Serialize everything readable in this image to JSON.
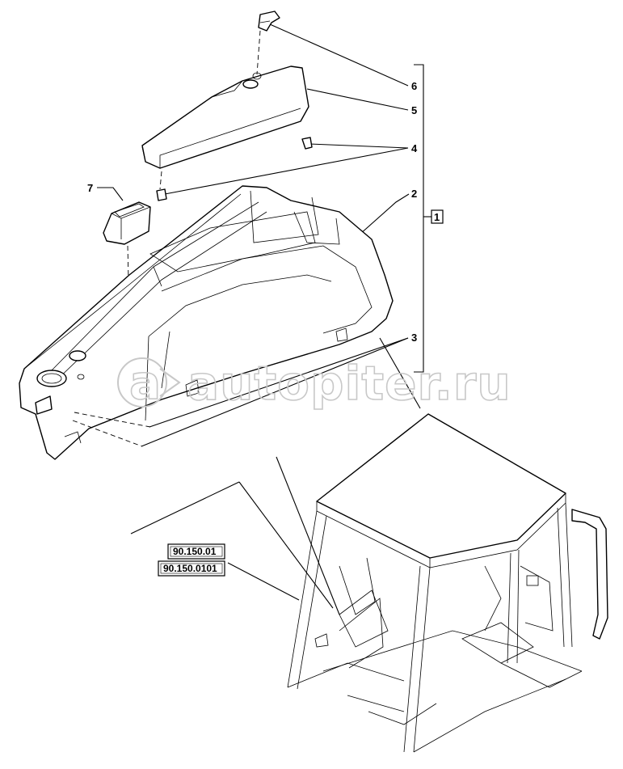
{
  "callouts": {
    "c1": "1",
    "c2": "2",
    "c3": "3",
    "c4": "4",
    "c5": "5",
    "c6": "6",
    "c7": "7"
  },
  "references": {
    "ref_a": "90.150.01",
    "ref_b": "90.150.0101"
  },
  "watermark": {
    "symbol": "a",
    "text": "autopiter.ru"
  }
}
